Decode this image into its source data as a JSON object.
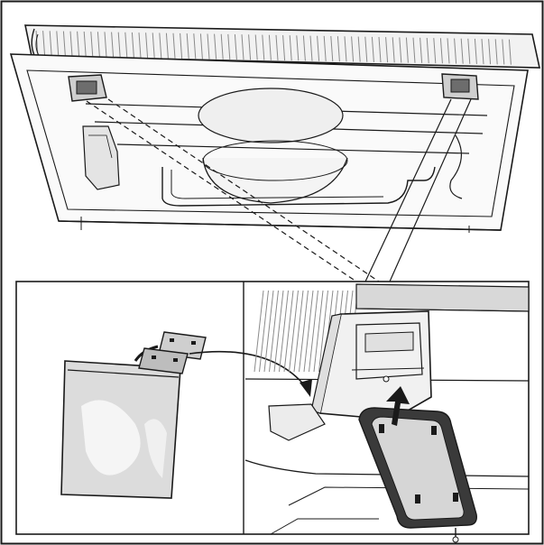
{
  "figure": {
    "description_text": "",
    "colors": {
      "line": "#1a1a1a",
      "hatch": "#8a8a8a",
      "light_fill": "#e6e6e6",
      "mid_fill": "#c9c9c9",
      "dark_fill": "#6d6d6d",
      "bag_fill": "#dcdcdc",
      "plate_fill": "#3a3a3a",
      "background": "#ffffff"
    },
    "icons": [
      "refrigerator-underside-illustration",
      "transport-bracket-left",
      "transport-bracket-right",
      "evaporator-coil",
      "compressor",
      "spare-parts-bag",
      "mounting-plate",
      "insert-direction-arrow",
      "callout-dashed-lines"
    ]
  }
}
